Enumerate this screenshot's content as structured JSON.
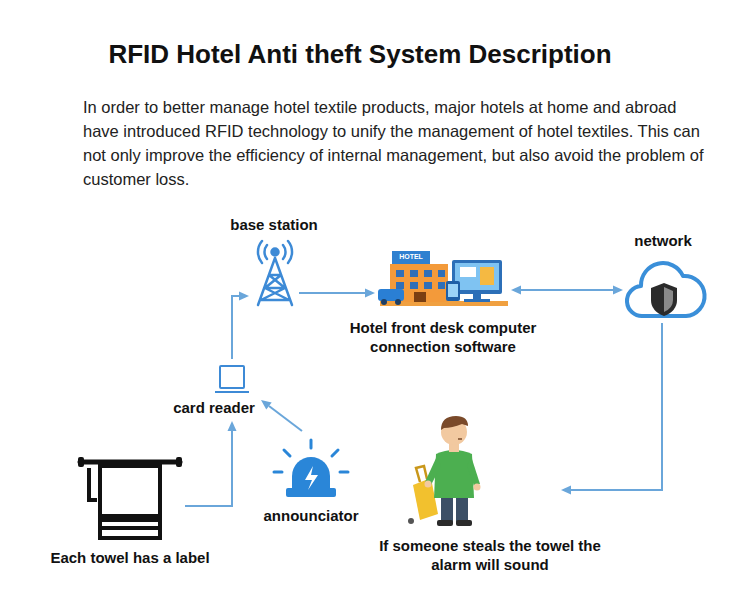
{
  "diagram": {
    "title": "RFID Hotel Anti theft System Description",
    "nodes": [
      {
        "text": [
          "base station"
        ]
      },
      {
        "text": [
          "Hotel front desk computer connection software"
        ]
      },
      {
        "text": [
          "network"
        ]
      },
      {
        "text": [
          "card reader"
        ]
      },
      {
        "text": [
          "announciator"
        ]
      },
      {
        "text": [
          "Each towel has a label"
        ]
      },
      {
        "text": [
          "If someone steals the towel the alarm will sound"
        ]
      }
    ],
    "edges": [
      {
        "from": 5,
        "to": 3,
        "arrow": "to"
      },
      {
        "from": 3,
        "to": 0,
        "arrow": "to"
      },
      {
        "from": 0,
        "to": 1,
        "arrow": "to"
      },
      {
        "from": 1,
        "to": 2,
        "arrow": "both"
      },
      {
        "from": 2,
        "to": 6,
        "arrow": "to"
      },
      {
        "from": 4,
        "to": 3,
        "arrow": "to"
      }
    ],
    "labels": [
      "In order to better manage hotel textile products, major hotels at home and abroad have introduced RFID technology to unify the management of hotel textiles. This can not only improve the efficiency of internal management, but also avoid the problem of customer loss.",
      "HOTEL"
    ]
  }
}
